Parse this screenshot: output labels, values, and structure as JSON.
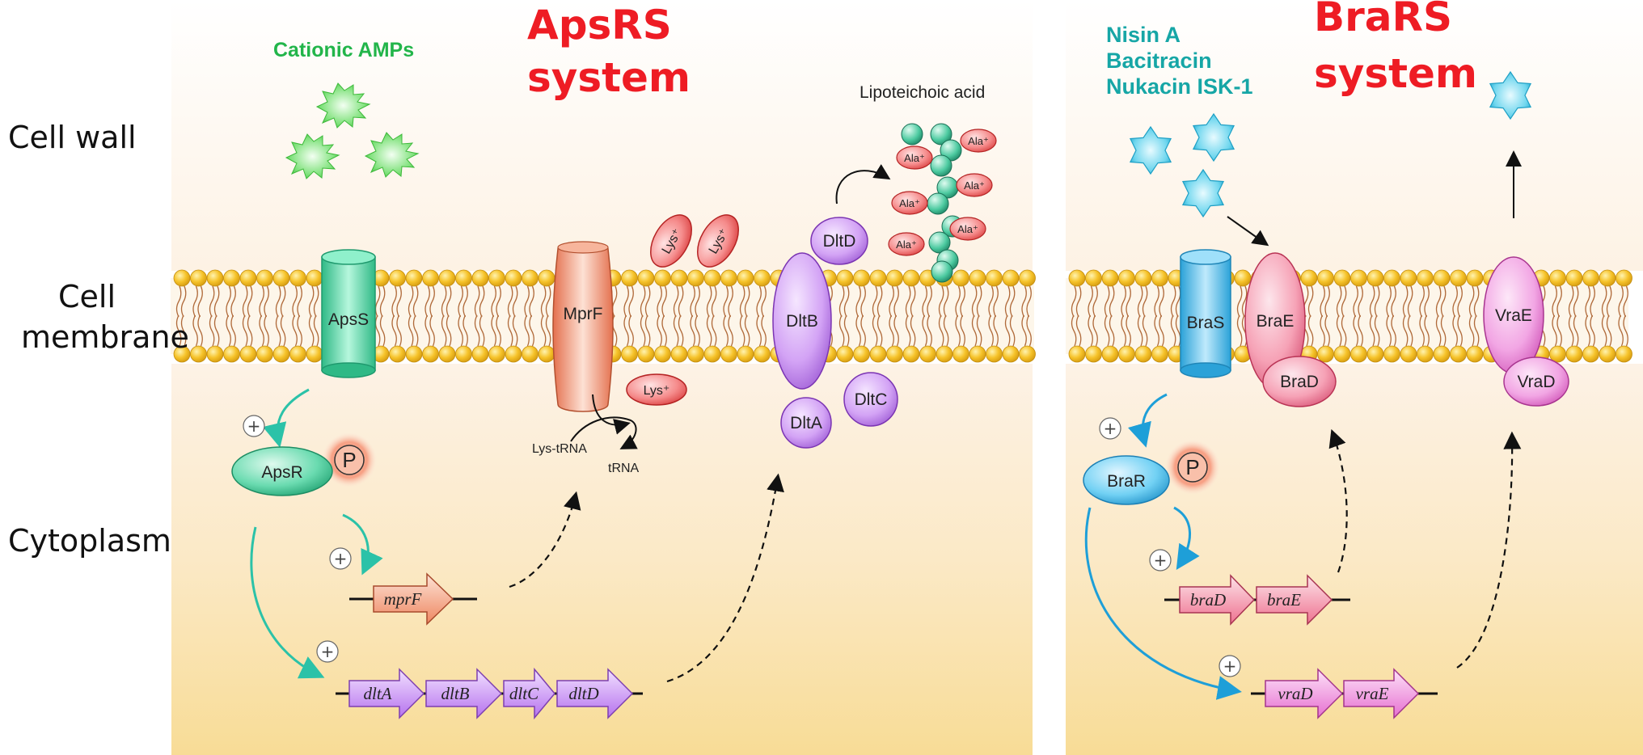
{
  "regions": {
    "cell_wall": "Cell wall",
    "cell_membrane_line1": "Cell",
    "cell_membrane_line2": "membrane",
    "cytoplasm": "Cytoplasm"
  },
  "apsrs": {
    "title_line1": "ApsRS",
    "title_line2": "system",
    "ligand": "Cationic AMPs",
    "sensor": "ApsS",
    "regulator": "ApsR",
    "phospho": "P",
    "plus": "+",
    "mprf_protein": "MprF",
    "dltb_protein": "DltB",
    "dltd_protein": "DltD",
    "dltc_protein": "DltC",
    "dlta_protein": "DltA",
    "lys_label": "Lys⁺",
    "lys_trna": "Lys-tRNA",
    "trna": "tRNA",
    "lta_label": "Lipoteichoic acid",
    "ala_label": "Ala⁺",
    "genes_mprf": [
      "mprF"
    ],
    "genes_dlt": [
      "dltA",
      "dltB",
      "dltC",
      "dltD"
    ]
  },
  "brars": {
    "title_line1": "BraRS",
    "title_line2": "system",
    "ligands": [
      "Nisin A",
      "Bacitracin",
      "Nukacin ISK-1"
    ],
    "sensor": "BraS",
    "regulator": "BraR",
    "phospho": "P",
    "plus": "+",
    "brae": "BraE",
    "brad": "BraD",
    "vrae": "VraE",
    "vrad": "VraD",
    "genes_bra": [
      "braD",
      "braE"
    ],
    "genes_vra": [
      "vraD",
      "vraE"
    ]
  },
  "colors": {
    "title_red": "#ee1c24",
    "amp_green": "#22b54a",
    "lanti_teal": "#16a6a6",
    "membrane_head": "#f2b81c",
    "aps_green": "#3fd6a0",
    "bra_blue": "#4ec3ee",
    "dlt_purple": "#c98cf0",
    "bra_pink": "#f07c98",
    "vra_magenta": "#ec7fd6",
    "mprf_orange": "#f29878"
  }
}
